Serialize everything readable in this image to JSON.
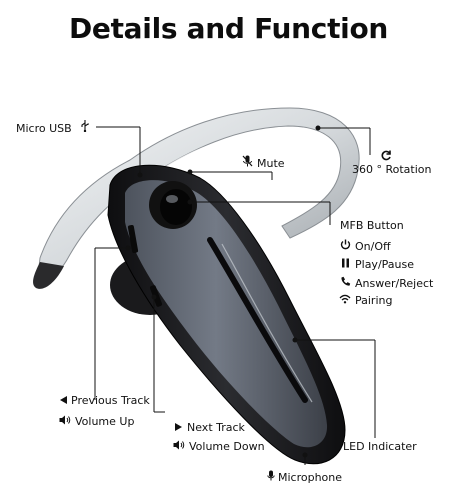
{
  "title": "Details and Function",
  "labels": {
    "micro_usb": {
      "text": "Micro USB",
      "icon": "usb-icon"
    },
    "mute": {
      "text": "Mute",
      "icon": "microphone-muted-icon"
    },
    "rotation": {
      "text": "360 ° Rotation",
      "icon": "rotate-icon"
    },
    "mfb_button": {
      "text": "MFB Button"
    },
    "on_off": {
      "text": "On/Off",
      "icon": "power-icon"
    },
    "play_pause": {
      "text": "Play/Pause",
      "icon": "pause-icon"
    },
    "answer_reject": {
      "text": "Answer/Reject",
      "icon": "phone-icon"
    },
    "pairing": {
      "text": "Pairing",
      "icon": "wireless-signal-icon"
    },
    "previous_track": {
      "text": "Previous Track",
      "icon": "left-triangle-icon"
    },
    "volume_up": {
      "text": "Volume Up",
      "icon": "speaker-icon"
    },
    "next_track": {
      "text": "Next Track",
      "icon": "right-triangle-icon"
    },
    "volume_down": {
      "text": "Volume Down",
      "icon": "speaker-icon"
    },
    "led_indicater": {
      "text": "LED Indicater"
    },
    "microphone": {
      "text": "Microphone",
      "icon": "microphone-icon"
    }
  },
  "colors": {
    "body_dark": "#1f1f22",
    "panel_blue_grey": "#5f6672",
    "hook_clear": "#d9dde0"
  }
}
